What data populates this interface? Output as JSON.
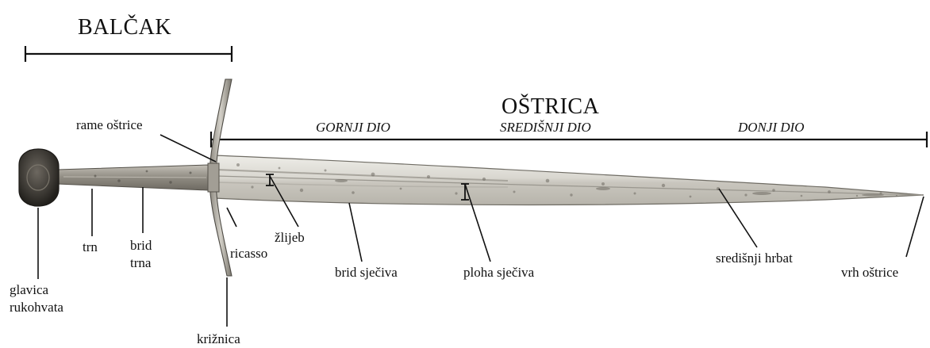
{
  "sections": {
    "hilt": "BALČAK",
    "blade": "OŠTRICA"
  },
  "blade_parts": {
    "upper": "GORNJI DIO",
    "middle": "SREDIŠNJI DIO",
    "lower": "DONJI DIO"
  },
  "labels": {
    "pommel_line1": "glavica",
    "pommel_line2": "rukohvata",
    "tang": "trn",
    "tang_edge_line1": "brid",
    "tang_edge_line2": "trna",
    "shoulder": "rame oštrice",
    "ricasso": "ricasso",
    "crossguard": "križnica",
    "fuller": "žlijeb",
    "blade_edge": "brid sječiva",
    "blade_flat": "ploha sječiva",
    "central_ridge": "središnji hrbat",
    "point": "vrh oštrice"
  },
  "colors": {
    "ink": "#111111",
    "blade": "#d6d4cd",
    "blade_dark": "#8d8a82",
    "pommel": "#3a3732",
    "grip": "#9a968d"
  }
}
